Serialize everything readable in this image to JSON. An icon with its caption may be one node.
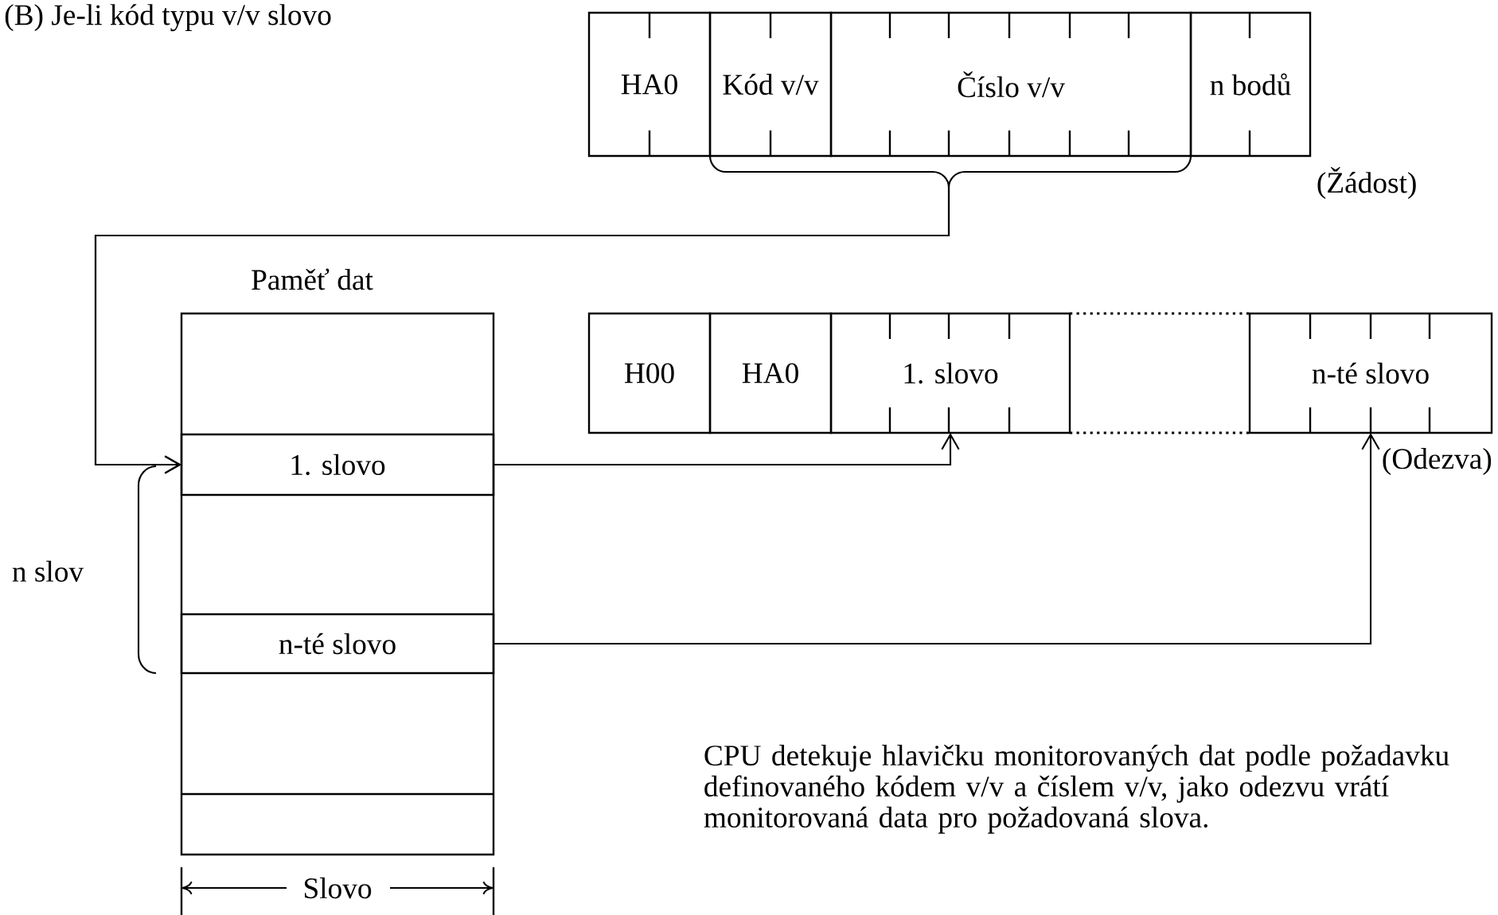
{
  "diagram": {
    "title": "(B) Je-li kód typu v/v slovo",
    "nodes": [
      {
        "text": [
          "HA0"
        ]
      },
      {
        "text": [
          "Kód v/v"
        ]
      },
      {
        "text": [
          "Číslo v/v"
        ]
      },
      {
        "text": [
          "n bodů"
        ]
      },
      {
        "text": [
          "Paměť dat"
        ]
      },
      {
        "text": [
          "1. slovo"
        ],
        "in": 4
      },
      {
        "text": [
          "n-té slovo"
        ],
        "in": 4
      },
      {
        "text": [
          "H00"
        ]
      },
      {
        "text": [
          "HA0"
        ]
      },
      {
        "text": [
          "1. slovo"
        ]
      },
      {
        "text": [
          "n-té slovo"
        ]
      }
    ],
    "edges": [
      {
        "from": 1,
        "to": 5,
        "arrow": "to"
      },
      {
        "from": 2,
        "to": 5,
        "arrow": "to"
      },
      {
        "from": 5,
        "to": 9,
        "arrow": "to"
      },
      {
        "from": 6,
        "to": 10,
        "arrow": "to"
      }
    ],
    "labels": [
      "(Žádost)",
      "(Odezva)",
      "n slov",
      "CPU detekuje hlavičku monitorovaných dat podle požadavku definovaného kódem v/v a číslem v/v, jako odezvu vrátí monitorovaná data pro požadovaná slova.",
      "Slovo"
    ]
  }
}
